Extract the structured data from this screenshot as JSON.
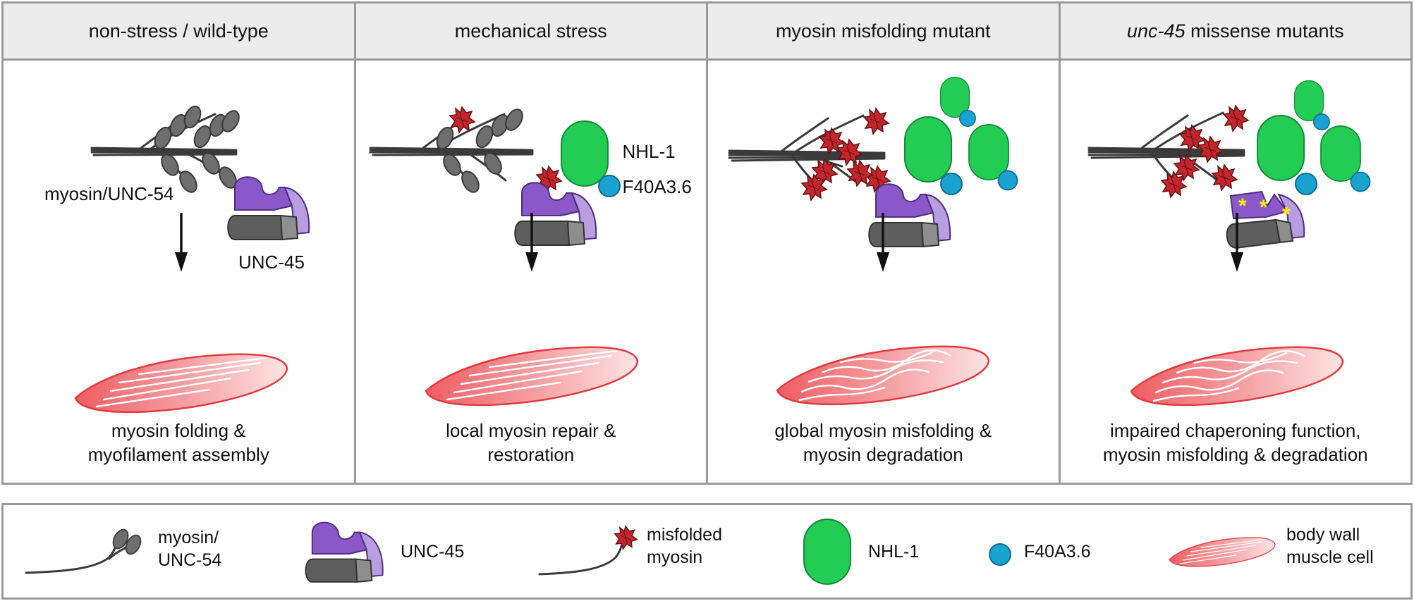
{
  "panels": [
    {
      "title": "non-stress / wild-type",
      "labels": {
        "myosin": "myosin/UNC-54",
        "unc45": "UNC-45"
      },
      "caption": [
        "myosin folding &",
        "myofilament assembly"
      ]
    },
    {
      "title": "mechanical stress",
      "labels": {
        "nhl1": "NHL-1",
        "f40": "F40A3.6"
      },
      "caption": [
        "local myosin repair &",
        "restoration"
      ]
    },
    {
      "title": "myosin misfolding mutant",
      "caption": [
        "global myosin misfolding &",
        "myosin degradation"
      ]
    },
    {
      "title_italic": "unc-45",
      "title_rest": " missense mutants",
      "caption": [
        "impaired chaperoning function,",
        "myosin misfolding & degradation"
      ]
    }
  ],
  "legend": {
    "myosin": [
      "myosin/",
      "UNC-54"
    ],
    "unc45": "UNC-45",
    "misfolded": [
      "misfolded",
      "myosin"
    ],
    "nhl1": "NHL-1",
    "f40": "F40A3.6",
    "muscle": [
      "body wall",
      "muscle cell"
    ]
  },
  "colors": {
    "myosin": "#6e6e6e",
    "unc45_dark": "#8a58c9",
    "unc45_light": "#b89de0",
    "misfolded": "#c4262e",
    "nhl1": "#22cc55",
    "f40": "#1aa3d0",
    "muscle": "#f06a6e",
    "panel_header": "#ececec",
    "border": "#9a9a9a",
    "mutation_star": "#ffee00"
  }
}
